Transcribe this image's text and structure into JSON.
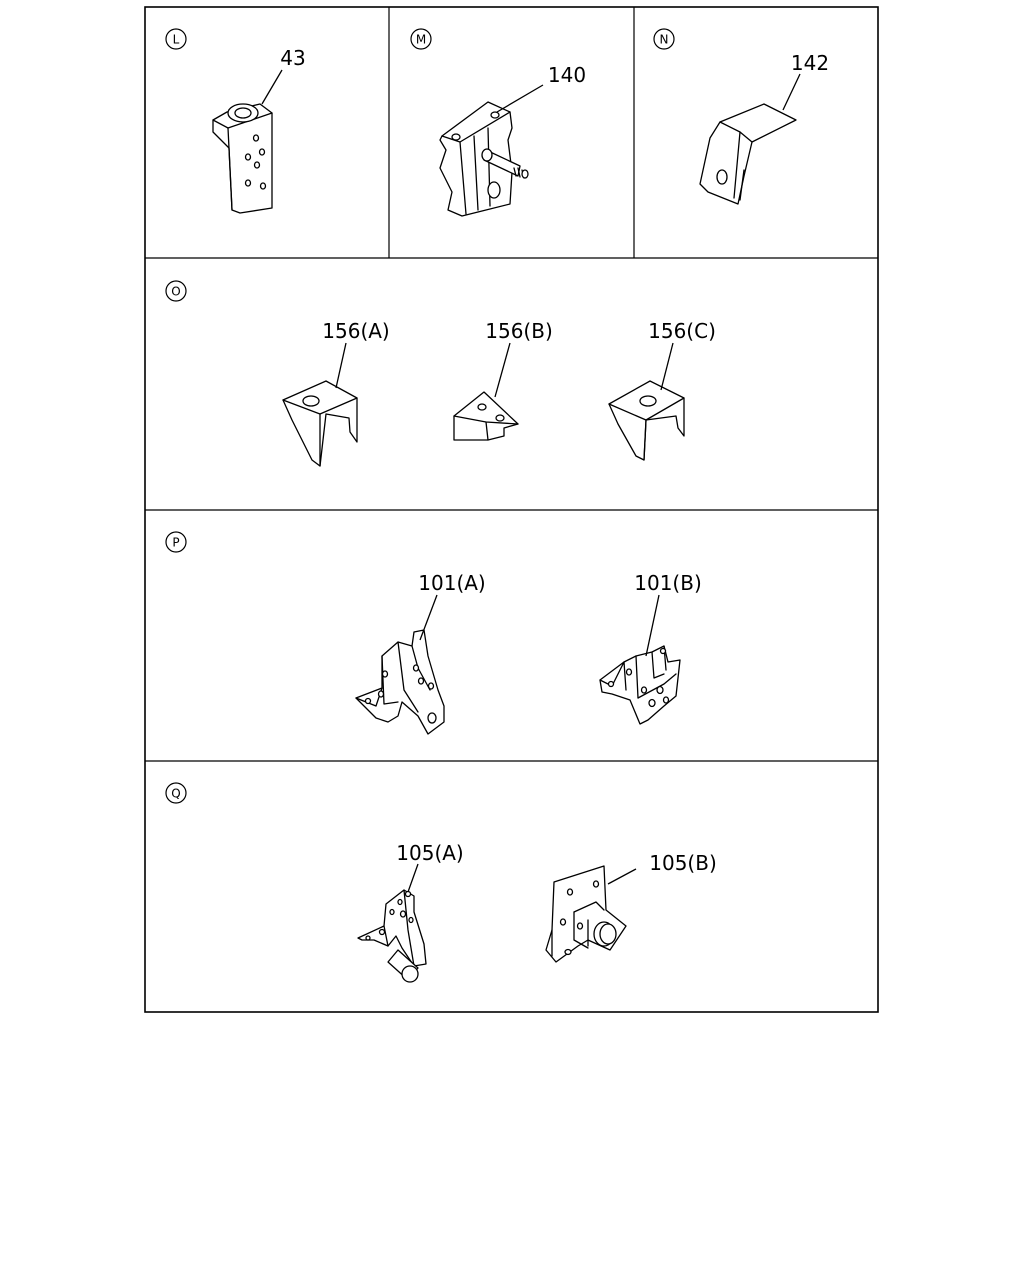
{
  "sections": [
    {
      "letter": "L",
      "parts": [
        {
          "label": "43"
        }
      ]
    },
    {
      "letter": "M",
      "parts": [
        {
          "label": "140"
        }
      ]
    },
    {
      "letter": "N",
      "parts": [
        {
          "label": "142"
        }
      ]
    },
    {
      "letter": "O",
      "parts": [
        {
          "label": "156(A)"
        },
        {
          "label": "156(B)"
        },
        {
          "label": "156(C)"
        }
      ]
    },
    {
      "letter": "P",
      "parts": [
        {
          "label": "101(A)"
        },
        {
          "label": "101(B)"
        }
      ]
    },
    {
      "letter": "Q",
      "parts": [
        {
          "label": "105(A)"
        },
        {
          "label": "105(B)"
        }
      ]
    }
  ]
}
